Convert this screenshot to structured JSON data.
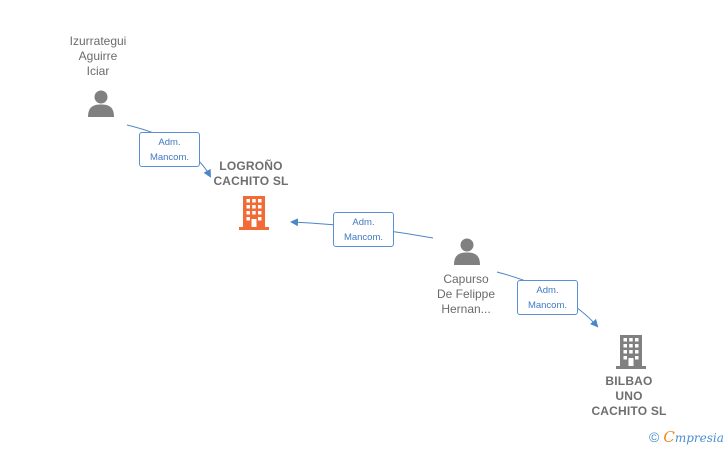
{
  "persons": [
    {
      "name": "Izurrategui\nAguirre\nIciar"
    },
    {
      "name": "Capurso\nDe Felippe\nHernan..."
    }
  ],
  "companies": [
    {
      "name": "LOGROÑO\nCACHITO  SL",
      "color": "#f26a35"
    },
    {
      "name": "BILBAO\nUNO\nCACHITO  SL",
      "color": "#808080"
    }
  ],
  "relations": [
    {
      "line1": "Adm.",
      "line2": "Mancom."
    },
    {
      "line1": "Adm.",
      "line2": "Mancom."
    },
    {
      "line1": "Adm.",
      "line2": "Mancom."
    }
  ],
  "colors": {
    "link": "#4a86c8",
    "person_icon": "#808080"
  },
  "brand": {
    "copyright": "©",
    "initial": "C",
    "name": "mpresia"
  }
}
